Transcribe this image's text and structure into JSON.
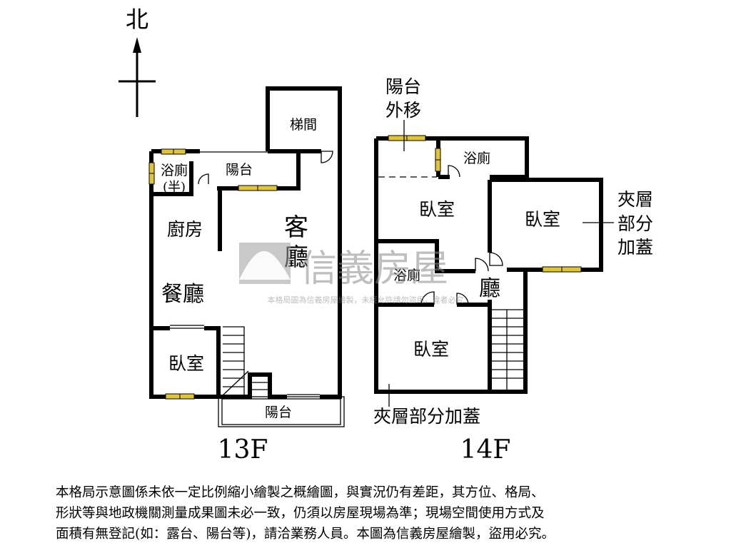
{
  "compass": {
    "north_label": "北"
  },
  "floor13": {
    "caption": "13F",
    "rooms": {
      "stairwell": "梯間",
      "half_bath_line1": "浴廁",
      "half_bath_line2": "(半)",
      "balcony_top": "陽台",
      "kitchen": "廚房",
      "living_line1": "客",
      "living_line2": "廳",
      "dining": "餐廳",
      "bedroom": "臥室",
      "balcony_bottom": "陽台"
    }
  },
  "floor14": {
    "caption": "14F",
    "balcony_note_line1": "陽台",
    "balcony_note_line2": "外移",
    "rooms": {
      "bath_top": "浴廁",
      "bedroom_left": "臥室",
      "bedroom_right": "臥室",
      "bath_mid": "浴廁",
      "hall": "廳",
      "bedroom_bottom": "臥室"
    },
    "mezzanine_note_right": [
      "夾層",
      "部分",
      "加蓋"
    ],
    "mezzanine_note_bottom": "夾層部分加蓋"
  },
  "watermark": {
    "brand": "信義房屋",
    "subtext": "本格局圖為信義房屋繪製，未經允許請勿盜用，違者必究"
  },
  "disclaimer": {
    "line1": "本格局示意圖係未依一定比例縮小繪製之概繪圖，與實況仍有差距，其方位、格局、",
    "line2": "形狀等與地政機關測量成果圖未必一致，仍須以房屋現場為準；現場空間使用方式及",
    "line3": "面積有無登記(如：露台、陽台等)，請洽業務人員。本圖為信義房屋繪製，盜用必究。"
  }
}
